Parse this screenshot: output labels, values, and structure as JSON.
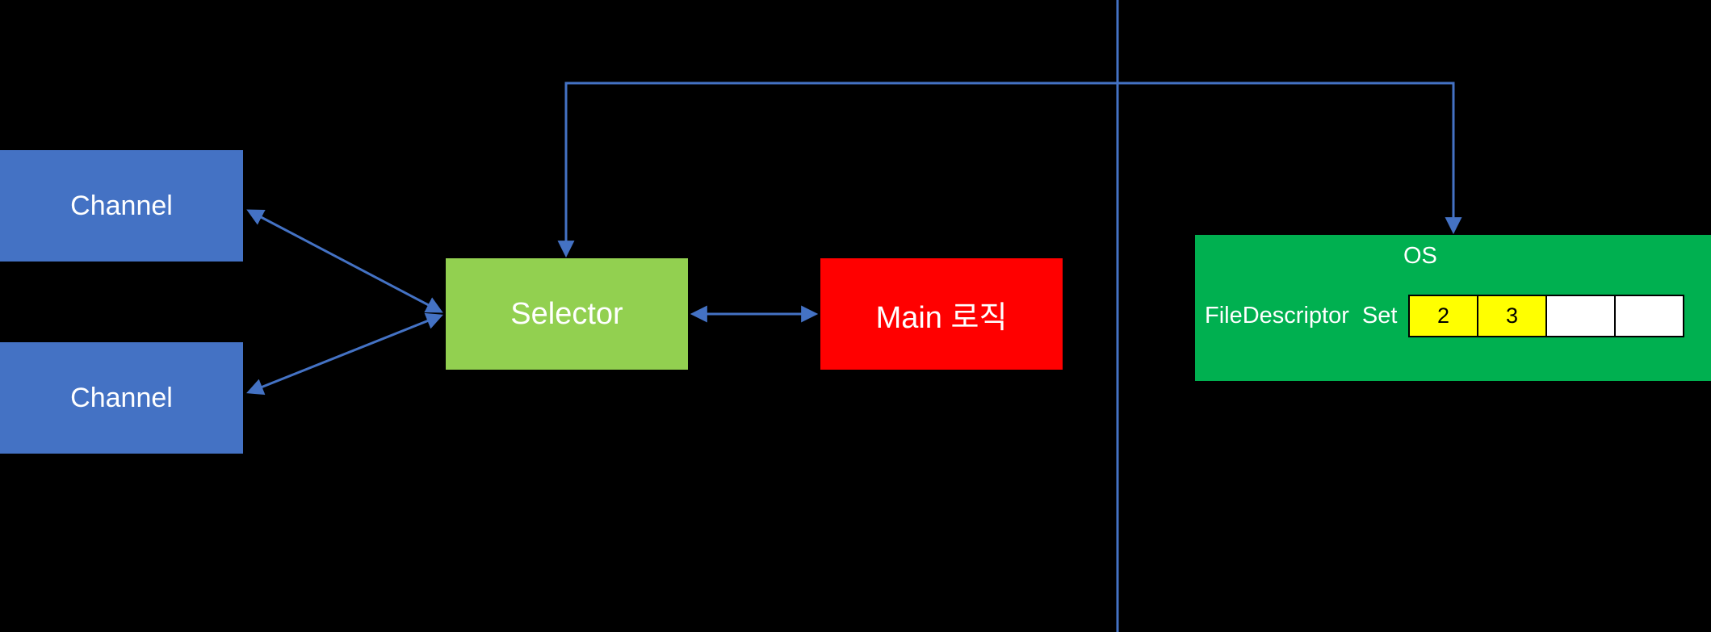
{
  "diagram": {
    "description": "Selector / multiplexing diagram: Channels connect to a Selector which talks to Main logic; Selector registers with the OS FileDescriptor Set",
    "colors": {
      "background": "#000000",
      "channel_box": "#4472C4",
      "selector_box": "#92D050",
      "main_box": "#FF0000",
      "os_box": "#00B050",
      "fd_cell_filled": "#FFFF00",
      "fd_cell_empty": "#FFFFFF",
      "connector_line": "#4472C4",
      "label_text": "#FFFFFF"
    },
    "nodes": {
      "channel1": {
        "label": "Channel"
      },
      "channel2": {
        "label": "Channel"
      },
      "selector": {
        "label": "Selector"
      },
      "main": {
        "label": "Main 로직"
      },
      "os": {
        "title": "OS",
        "fd_label": "FileDescriptor Set"
      }
    },
    "fd_cells": [
      {
        "value": "2",
        "filled": true
      },
      {
        "value": "3",
        "filled": true
      },
      {
        "value": "",
        "filled": false
      },
      {
        "value": "",
        "filled": false
      }
    ],
    "edges": [
      {
        "from": "channel1",
        "to": "selector",
        "style": "double-arrow"
      },
      {
        "from": "channel2",
        "to": "selector",
        "style": "double-arrow"
      },
      {
        "from": "selector",
        "to": "main",
        "style": "double-arrow"
      },
      {
        "from": "selector",
        "to": "os",
        "style": "double-arrow-elbow"
      }
    ]
  }
}
